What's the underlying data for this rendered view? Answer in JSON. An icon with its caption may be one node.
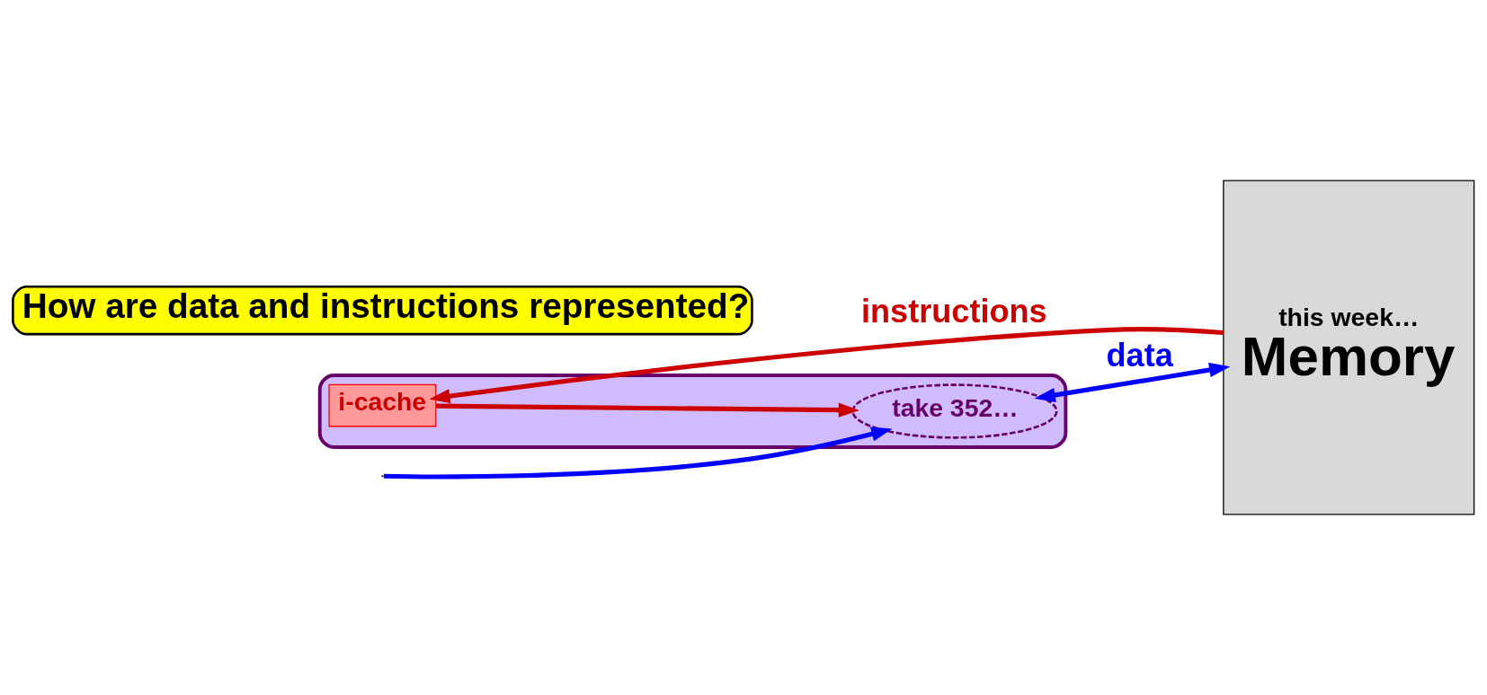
{
  "diagram": {
    "nodes": [
      {
        "text": [],
        "shape": "box"
      },
      {
        "text": [
          "i-cache"
        ],
        "in": 0
      },
      {
        "text": [
          "take 352…"
        ],
        "in": 0
      },
      {
        "text": [
          "this week…",
          "Memory"
        ]
      },
      {
        "text": [
          "How are data and instructions represented?"
        ]
      }
    ],
    "edges": [
      {
        "from": 3,
        "to": 1,
        "arrow": "to",
        "label": "instructions",
        "color": "#cc0000"
      },
      {
        "from": 1,
        "to": 2,
        "arrow": "to",
        "color": "#cc0000"
      },
      {
        "from": 2,
        "to": 3,
        "arrow": "both",
        "label": "data",
        "color": "#0000ff"
      },
      {
        "from": null,
        "to": 2,
        "arrow": "to",
        "color": "#0000ff"
      }
    ]
  }
}
